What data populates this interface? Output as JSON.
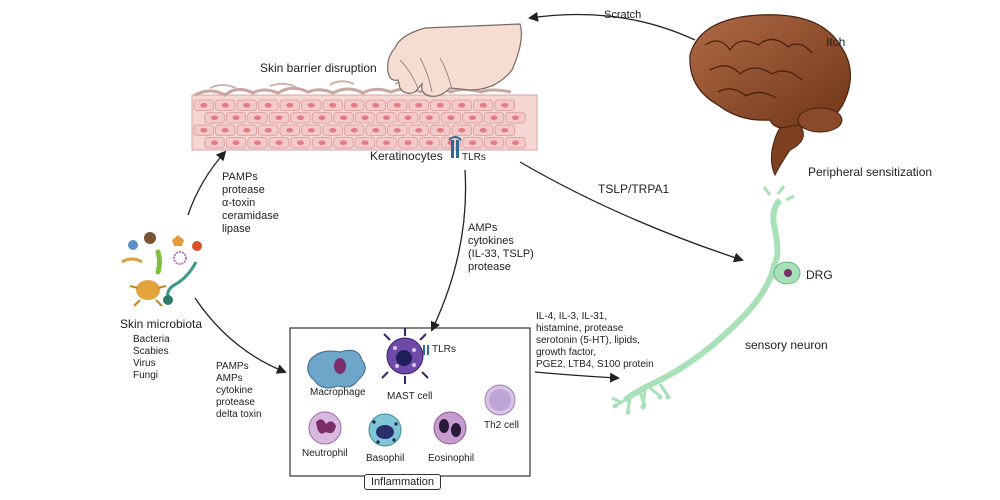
{
  "labels": {
    "scratch": "Scratch",
    "itch": "Itch",
    "skin_barrier": "Skin barrier disruption",
    "keratinocytes": "Keratinocytes",
    "tlrs_top": "TLRs",
    "peripheral_sensitization": "Peripheral sensitization",
    "tslp_trpa1": "TSLP/TRPA1",
    "drg": "DRG",
    "sensory_neuron": "sensory neuron",
    "inflammation": "Inflammation",
    "tlrs_mast": "TLRs",
    "macrophage": "Macrophage",
    "mast_cell": "MAST cell",
    "neutrophil": "Neutrophil",
    "basophil": "Basophil",
    "eosinophil": "Eosinophil",
    "th2_cell": "Th2 cell",
    "skin_microbiota": "Skin microbiota"
  },
  "microbiota_list": [
    "Bacteria",
    "Scabies",
    "Virus",
    "Fungi"
  ],
  "microbe_to_skin": [
    "PAMPs",
    "protease",
    "α-toxin",
    "ceramidase",
    "lipase"
  ],
  "microbe_to_inflammation": [
    "PAMPs",
    "AMPs",
    "cytokine",
    "protease",
    "delta toxin"
  ],
  "keratinocyte_to_inflammation": [
    "AMPs",
    "cytokines",
    "(IL-33, TSLP)",
    "protease"
  ],
  "inflammation_to_neuron": [
    "IL-4, IL-3, IL-31,",
    "histamine, protease",
    "serotonin (5-HT), lipids,",
    "growth factor,",
    "PGE2, LTB4, S100 protein"
  ],
  "colors": {
    "skin_cell": "#f4c9c9",
    "skin_nucleus": "#e27b84",
    "brain": "#8a4a2c",
    "neuron": "#a8e0b8",
    "arrow": "#222222"
  }
}
